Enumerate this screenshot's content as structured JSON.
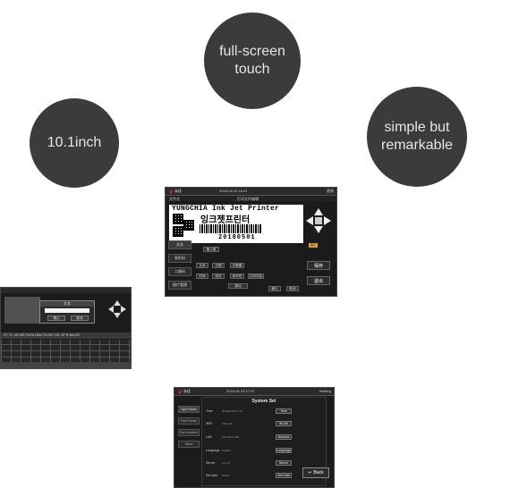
{
  "features": {
    "size": "10.1inch",
    "touch": "full-screen touch",
    "design": "simple but remarkable"
  },
  "main_screen": {
    "logo_text": "永佳",
    "time": "2018-06-29 16:41",
    "status": "就绪",
    "title": "打印文件编辑",
    "crumb": "文件名",
    "preview_line1": "YUNGCHIA Ink Jet Printer",
    "preview_line2": "잉크젯프린터",
    "preview_date": "20180501",
    "badge": "提示",
    "side_buttons": [
      "文本",
      "条形码",
      "二维码",
      "图片管理"
    ],
    "small_buttons": [
      "文本",
      "日期",
      "计数器",
      "时间",
      "班次",
      "序列号",
      "打印内容",
      "移动"
    ],
    "big_buttons": [
      "保存",
      "退出"
    ],
    "bottom_buttons": [
      "确认",
      "取消",
      "输入框"
    ]
  },
  "keyboard_screen": {
    "dialog_title": "文本",
    "ok": "确认",
    "cancel": "取消",
    "lang_row": "ZT  TL  VE  AR  FA  RU  BN  TH  MY  GE  JP  R  ##  KR"
  },
  "system_screen": {
    "time": "2018-06-29 17:37",
    "status": "Waiting",
    "title": "System Set",
    "side": [
      "Sys Param",
      "Print Param",
      "Sys Function",
      "Other"
    ],
    "rows": [
      {
        "label": "Time",
        "value": "2018/06/29 17:37",
        "button": "Time"
      },
      {
        "label": "WiFi",
        "value": "WiFi-CN",
        "button": "WLAN"
      },
      {
        "label": "LAN",
        "value": "192.168.1.100",
        "button": "Network"
      },
      {
        "label": "Language",
        "value": "English",
        "button": "Language"
      },
      {
        "label": "Server",
        "value": "0.0.0.0",
        "button": "Server"
      },
      {
        "label": "Set date",
        "value": "Switch",
        "button": "Set Date"
      }
    ],
    "back": "Back"
  }
}
